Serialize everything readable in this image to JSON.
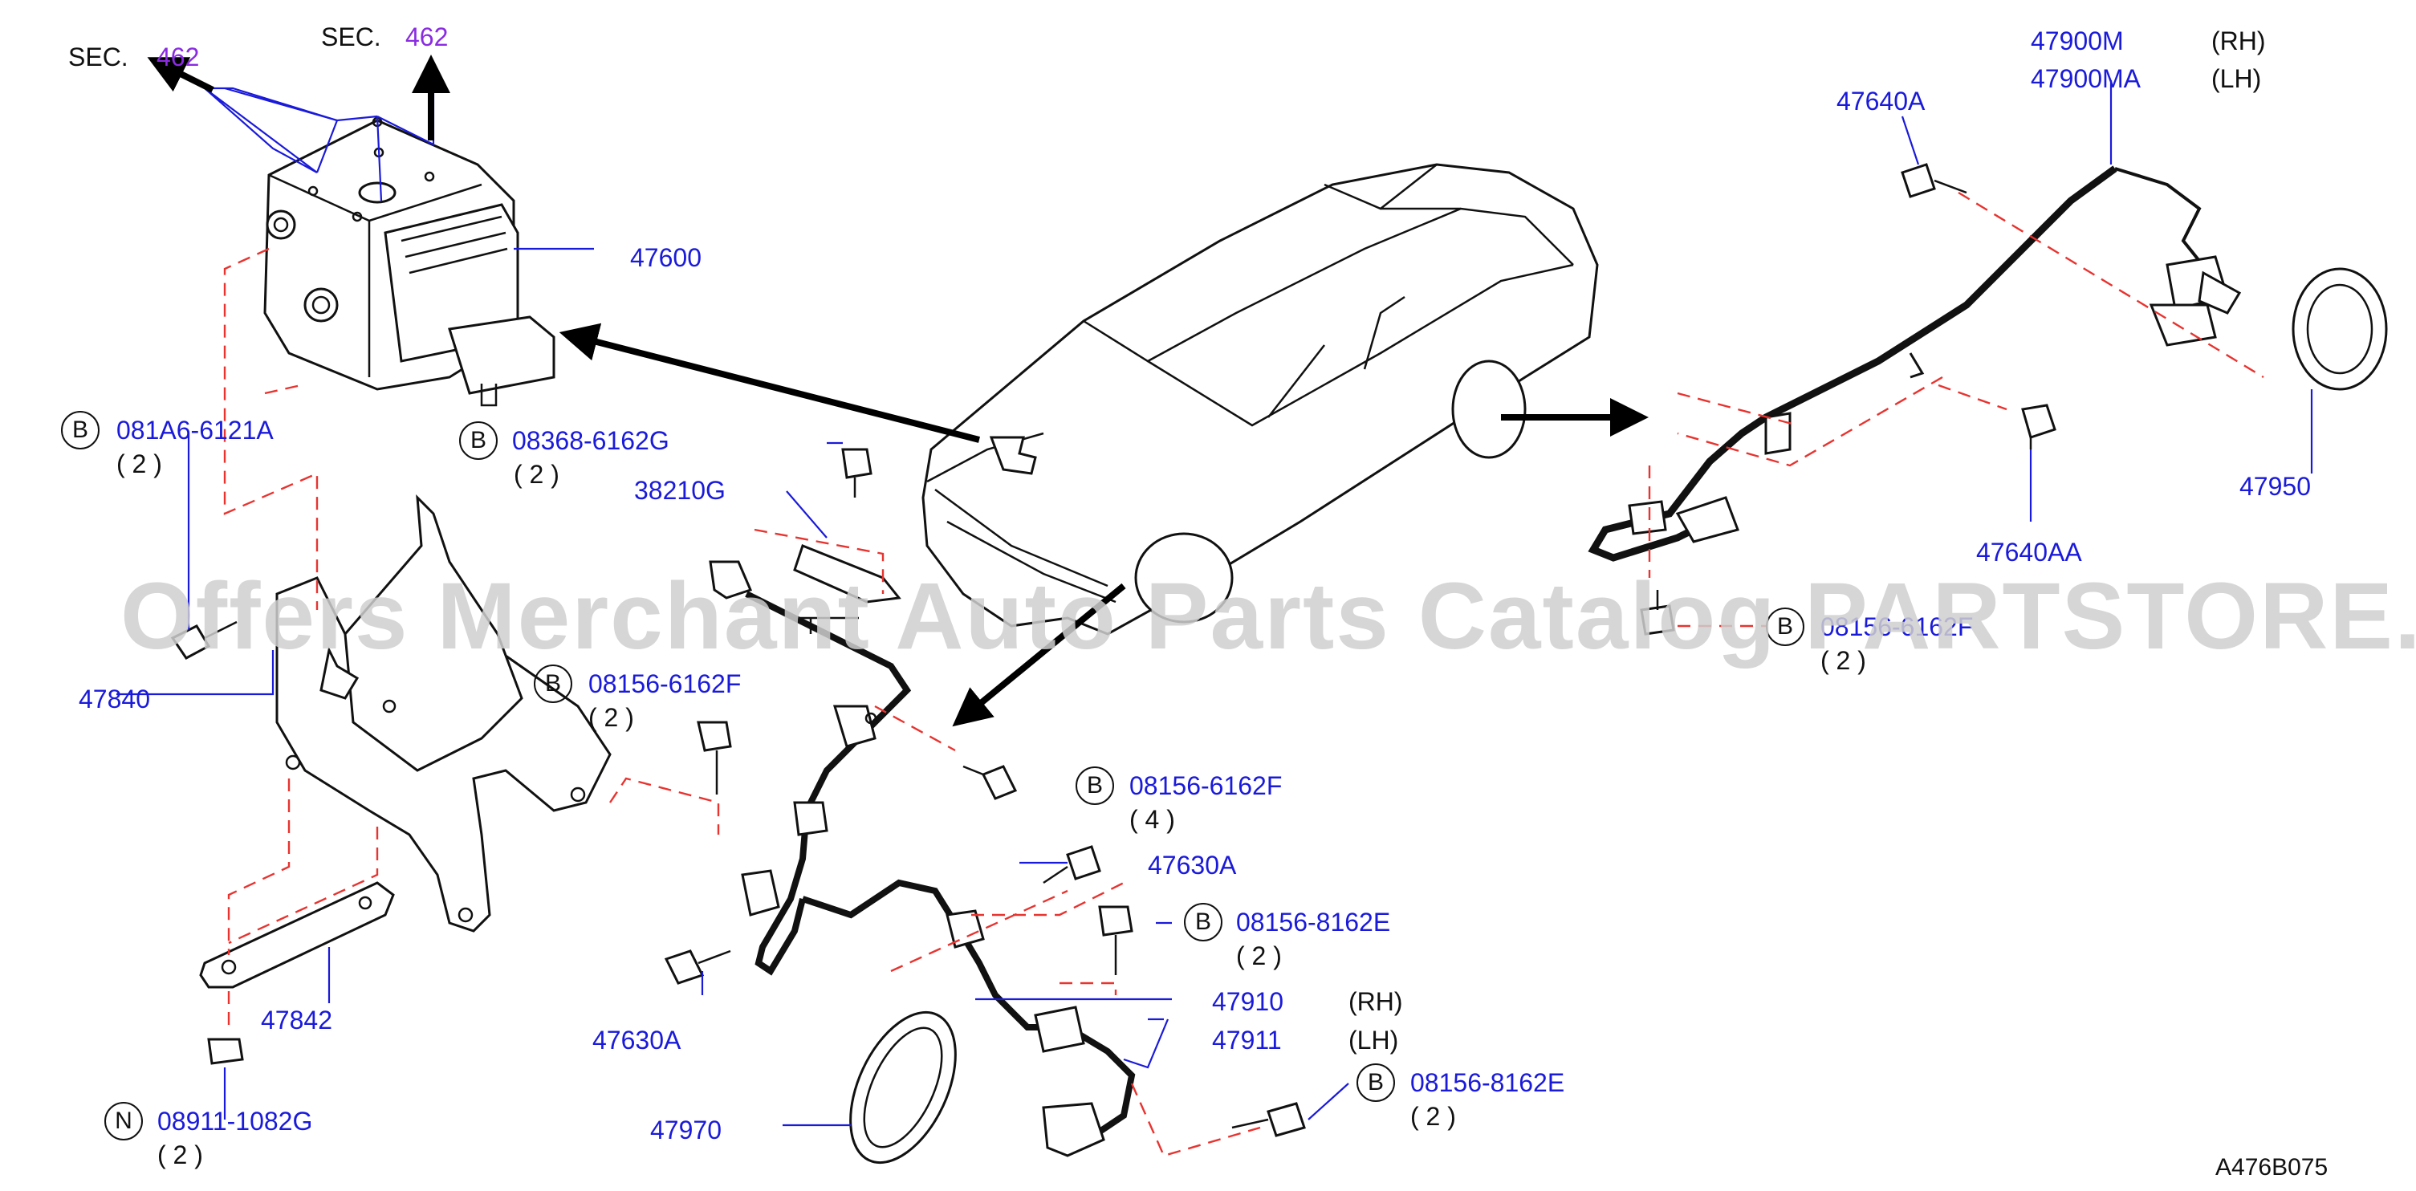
{
  "watermark": "Offers Merchant Auto Parts Catalog PARTSTORE.SA",
  "diagram_code": "A476B075",
  "sections": [
    {
      "prefix": "SEC.",
      "number": "462"
    },
    {
      "prefix": "SEC.",
      "number": "462"
    }
  ],
  "labels": {
    "p47600": "47600",
    "p081a6": "081A6-6121A",
    "p081a6_qty": "( 2 )",
    "p08368": "08368-6162G",
    "p08368_qty": "( 2 )",
    "p38210g": "38210G",
    "p47840": "47840",
    "p08156f_a": "08156-6162F",
    "p08156f_a_qty": "( 2 )",
    "p08156f_b": "08156-6162F",
    "p08156f_b_qty": "( 4 )",
    "p47630a_top": "47630A",
    "p08156e_a": "08156-8162E",
    "p08156e_a_qty": "( 2 )",
    "p47842": "47842",
    "p47630a_bot": "47630A",
    "p47910": "47910",
    "p47910_side": "(RH)",
    "p47911": "47911",
    "p47911_side": "(LH)",
    "p08911": "08911-1082G",
    "p08911_qty": "( 2 )",
    "p47970": "47970",
    "p08156e_b": "08156-8162E",
    "p08156e_b_qty": "( 2 )",
    "p47900m": "47900M",
    "p47900m_side": "(RH)",
    "p47900ma": "47900MA",
    "p47900ma_side": "(LH)",
    "p47640a": "47640A",
    "p47950": "47950",
    "p47640aa": "47640AA",
    "p08156_rear": "08156-6162F",
    "p08156_rear_qty": "( 2 )"
  },
  "circle_letters": {
    "b1": "B",
    "b2": "B",
    "b3": "B",
    "b4": "B",
    "b5": "B",
    "b6": "B",
    "b7": "B",
    "n1": "N"
  }
}
